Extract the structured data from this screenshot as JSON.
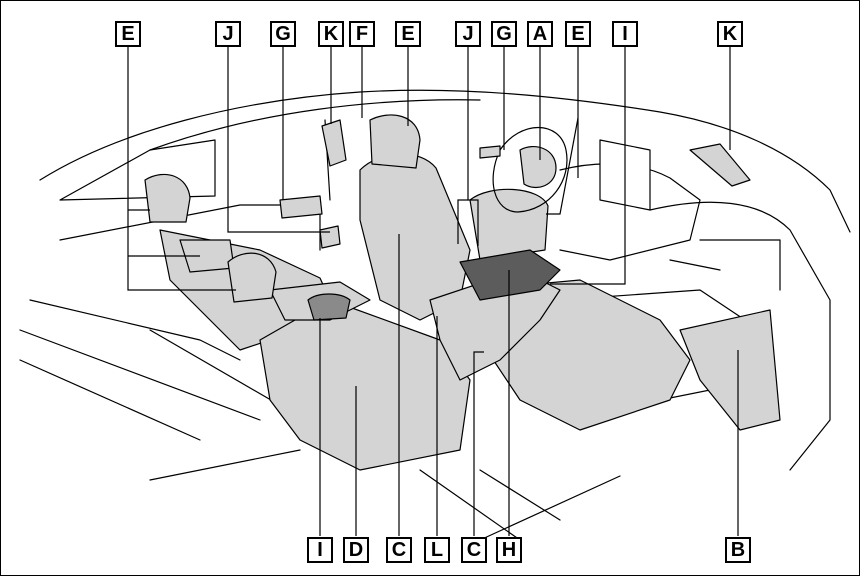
{
  "colors": {
    "line": "#000000",
    "seat_fill": "#d4d4d4",
    "console_fill": "#5c5c5c",
    "background": "#ffffff"
  },
  "callouts": {
    "top": [
      "E",
      "J",
      "G",
      "K",
      "F",
      "E",
      "J",
      "G",
      "A",
      "E",
      "I",
      "K"
    ],
    "bottom": [
      "I",
      "D",
      "C",
      "L",
      "C",
      "H",
      "B"
    ]
  }
}
